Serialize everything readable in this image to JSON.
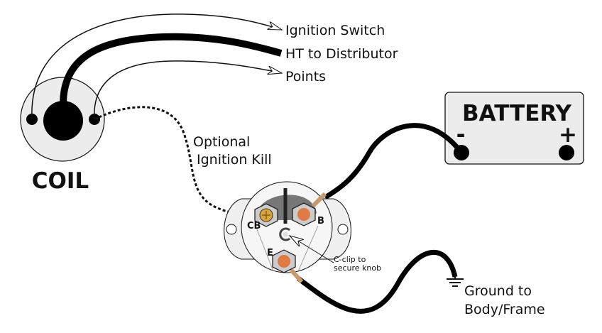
{
  "coil": {
    "label": "COIL"
  },
  "wires": {
    "ignition_switch": "Ignition Switch",
    "ht_distributor": "HT to Distributor",
    "points": "Points"
  },
  "kill": {
    "line1": "Optional",
    "line2": "Ignition Kill"
  },
  "battery": {
    "label": "BATTERY",
    "negative": "-",
    "positive": "+"
  },
  "switch": {
    "terminals": {
      "cb": "CB",
      "b": "B",
      "e": "E"
    },
    "clip_note": {
      "line1": "C-clip to",
      "line2": "secure knob"
    }
  },
  "ground": {
    "line1": "Ground to",
    "line2": "Body/Frame"
  },
  "colors": {
    "copper": "#e07b45",
    "brass": "#d9a63a",
    "lug": "#c89a6a",
    "plate": "#eeeeee",
    "sector": "#777777"
  }
}
